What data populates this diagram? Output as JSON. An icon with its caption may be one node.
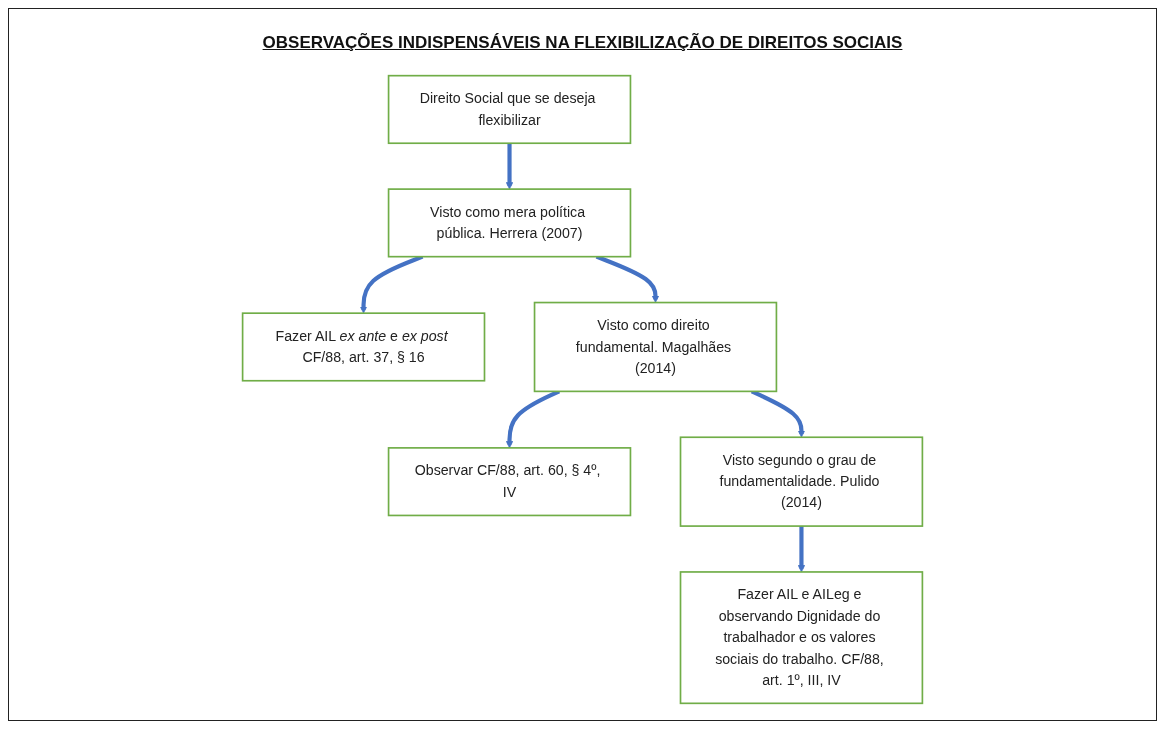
{
  "diagram": {
    "title": "OBSERVAÇÕES INDISPENSÁVEIS NA FLEXIBILIZAÇÃO DE DIREITOS SOCIAIS",
    "nodes": [
      {
        "text": [
          "Direito Social que se deseja flexibilizar"
        ]
      },
      {
        "text": [
          "Visto como mera política pública. Herrera (2007)"
        ]
      },
      {
        "text": [
          "Fazer AIL *ex ante* e *ex post* CF/88, art. 37, § 16"
        ]
      },
      {
        "text": [
          "Visto como direito fundamental. Magalhães (2014)"
        ]
      },
      {
        "text": [
          "Observar CF/88, art. 60, § 4º, IV"
        ]
      },
      {
        "text": [
          "Visto segundo o grau de fundamentalidade. Pulido (2014)"
        ]
      },
      {
        "text": [
          "Fazer AIL e AILeg e observando Dignidade do trabalhador e os valores sociais do trabalho. CF/88, art. 1º, III, IV"
        ]
      }
    ],
    "edges": [
      {
        "from": 0,
        "to": 1,
        "arrow": "to"
      },
      {
        "from": 1,
        "to": 2,
        "arrow": "to"
      },
      {
        "from": 1,
        "to": 3,
        "arrow": "to"
      },
      {
        "from": 3,
        "to": 4,
        "arrow": "to"
      },
      {
        "from": 3,
        "to": 5,
        "arrow": "to"
      },
      {
        "from": 5,
        "to": 6,
        "arrow": "to"
      }
    ]
  }
}
